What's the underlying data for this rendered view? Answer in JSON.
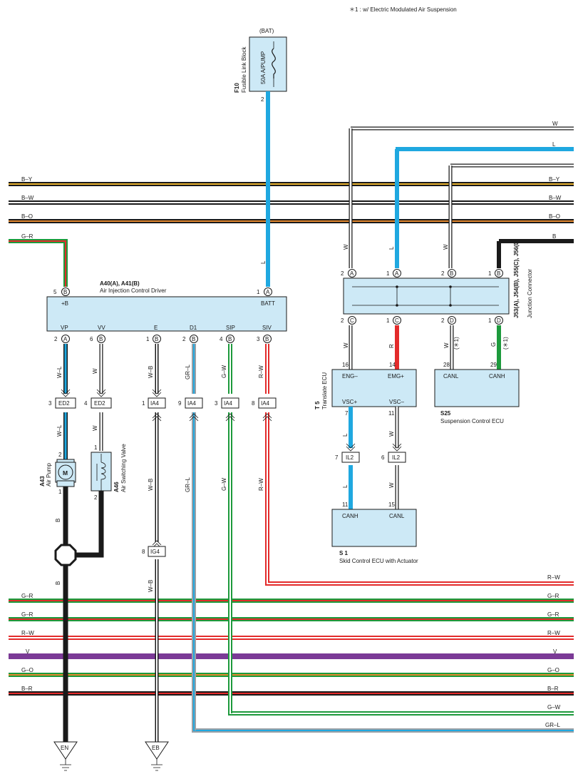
{
  "note": "＊1 : w/ Electric Modulated Air Suspension",
  "colors": {
    "L": "#1fa8e0",
    "B": "#1a1a1a",
    "W": "#ffffff",
    "R": "#e32b2b",
    "G": "#1d9a3c",
    "GR": "#9aa0a6",
    "V": "#7b3a96",
    "Y": "#e6b02e",
    "O": "#e3872e",
    "box": "#cde9f6"
  },
  "fusible_link": {
    "supply": "(BAT)",
    "code": "F10",
    "name": "Fusible Link Block",
    "rating": "50A A/PUMP",
    "pin": "2",
    "wire": "L"
  },
  "driver": {
    "code": "A40(A), A41(B)",
    "name": "Air Injection Control Driver",
    "top_pins": [
      {
        "num": "5",
        "conn": "B",
        "label": "+B"
      },
      {
        "num": "1",
        "conn": "A",
        "label": "BATT"
      }
    ],
    "bottom_pins": [
      {
        "num": "2",
        "conn": "A",
        "label": "VP",
        "wire": "W–L"
      },
      {
        "num": "6",
        "conn": "B",
        "label": "VV",
        "wire": "W"
      },
      {
        "num": "1",
        "conn": "B",
        "label": "E",
        "wire": "W–B"
      },
      {
        "num": "2",
        "conn": "B",
        "label": "D1",
        "wire": "GR–L"
      },
      {
        "num": "4",
        "conn": "B",
        "label": "SIP",
        "wire": "G–W"
      },
      {
        "num": "3",
        "conn": "B",
        "label": "SIV",
        "wire": "R–W"
      }
    ]
  },
  "inline_connectors": [
    {
      "pin": "3",
      "name": "ED2"
    },
    {
      "pin": "4",
      "name": "ED2"
    },
    {
      "pin": "1",
      "name": "IA4"
    },
    {
      "pin": "9",
      "name": "IA4"
    },
    {
      "pin": "3",
      "name": "IA4"
    },
    {
      "pin": "8",
      "name": "IA4"
    },
    {
      "pin": "8",
      "name": "IG4"
    },
    {
      "pin": "7",
      "name": "IL2"
    },
    {
      "pin": "6",
      "name": "IL2"
    }
  ],
  "lower_wire_labels": {
    "vp": "W–L",
    "vv": "W",
    "e": "W–B",
    "d1": "GR–L",
    "sip": "G–W",
    "siv": "R–W",
    "pump_out": "B",
    "pump_ground": "B",
    "e_ground": "W–B"
  },
  "air_pump": {
    "code": "A43",
    "name": "Air Pump",
    "symbol": "M",
    "pin_in": "2",
    "pin_out": "1"
  },
  "valve": {
    "code": "A46",
    "name": "Air Switching Valve",
    "pin_in": "1",
    "pin_out": "2"
  },
  "grounds": [
    "EN",
    "EB"
  ],
  "junction": {
    "codes": "J53(A), J54(B), J55(C), J56(D)",
    "name": "Junction Connector",
    "top_pins": [
      {
        "num": "2",
        "conn": "A",
        "wire": "W"
      },
      {
        "num": "1",
        "conn": "A",
        "wire": "L"
      },
      {
        "num": "2",
        "conn": "B",
        "wire": "W"
      },
      {
        "num": "1",
        "conn": "B",
        "wire": ""
      }
    ],
    "bottom_pins": [
      {
        "num": "2",
        "conn": "C",
        "wire": "W"
      },
      {
        "num": "1",
        "conn": "C",
        "wire": "R"
      },
      {
        "num": "2",
        "conn": "D",
        "wire": "W",
        "note": "(＊1)"
      },
      {
        "num": "1",
        "conn": "D",
        "wire": "G",
        "note": "(＊1)"
      }
    ]
  },
  "translate_ecu": {
    "code": "T 5",
    "name": "Translate ECU",
    "pins": [
      {
        "num": "16",
        "label": "ENG–"
      },
      {
        "num": "14",
        "label": "EMG+"
      },
      {
        "num": "7",
        "label": "VSC+"
      },
      {
        "num": "11",
        "label": "VSC–"
      }
    ],
    "wires": [
      "L",
      "W",
      "L",
      "W"
    ]
  },
  "suspension_ecu": {
    "code": "S25",
    "name": "Suspension Control ECU",
    "pins": [
      {
        "num": "28",
        "label": "CANL"
      },
      {
        "num": "29",
        "label": "CANH"
      }
    ]
  },
  "skid_ecu": {
    "code": "S 1",
    "name": "Skid Control ECU with Actuator",
    "pins": [
      {
        "num": "11",
        "label": "CANH"
      },
      {
        "num": "15",
        "label": "CANL"
      }
    ]
  },
  "bus_lines": {
    "right_top": [
      "W",
      "L",
      "B–Y",
      "B–W",
      "B–O",
      "B"
    ],
    "left_top": [
      "B–Y",
      "B–W",
      "B–O",
      "G–R"
    ],
    "bottom_left": [
      "G–R",
      "G–R",
      "R–W",
      "V",
      "G–O",
      "B–R"
    ],
    "bottom_right": [
      "R–W",
      "G–R",
      "G–R",
      "R–W",
      "V",
      "G–O",
      "B–R",
      "G–W",
      "GR–L"
    ]
  }
}
